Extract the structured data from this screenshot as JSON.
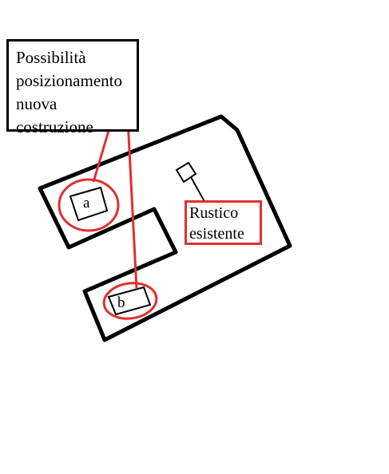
{
  "callout_new_building": {
    "lines": [
      "Possibilità",
      "posizionamento",
      "nuova",
      "costruzione"
    ]
  },
  "callout_existing": {
    "lines": [
      "Rustico",
      "esistente"
    ]
  },
  "lots": {
    "a": "a",
    "b": "b"
  },
  "colors": {
    "outline": "#000000",
    "highlight": "#e03030"
  }
}
